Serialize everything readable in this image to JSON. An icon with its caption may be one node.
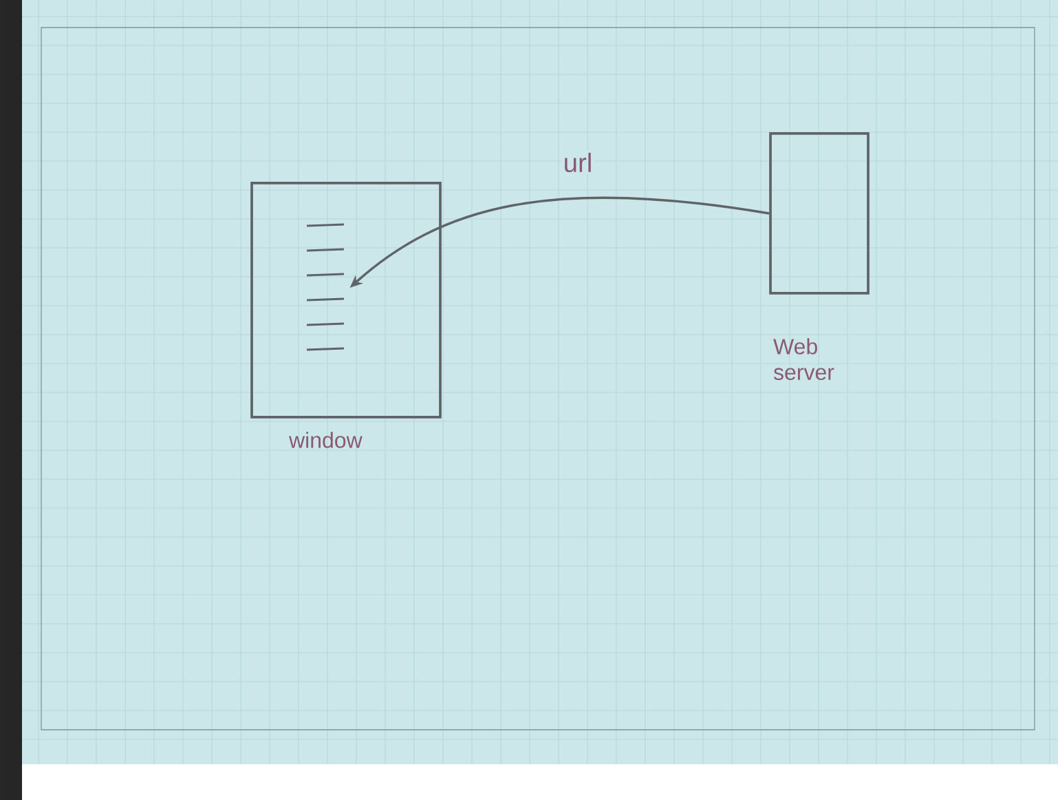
{
  "diagram": {
    "nodes": [
      {
        "text": [],
        "shape": "box",
        "beside": [
          "window"
        ]
      },
      {
        "text": [],
        "shape": "picture",
        "in": 0
      },
      {
        "text": [],
        "shape": "box",
        "beside": [
          "Web server"
        ]
      }
    ],
    "edges": [
      {
        "from": 2,
        "to": 1,
        "arrow": "to",
        "label": "url"
      }
    ]
  }
}
